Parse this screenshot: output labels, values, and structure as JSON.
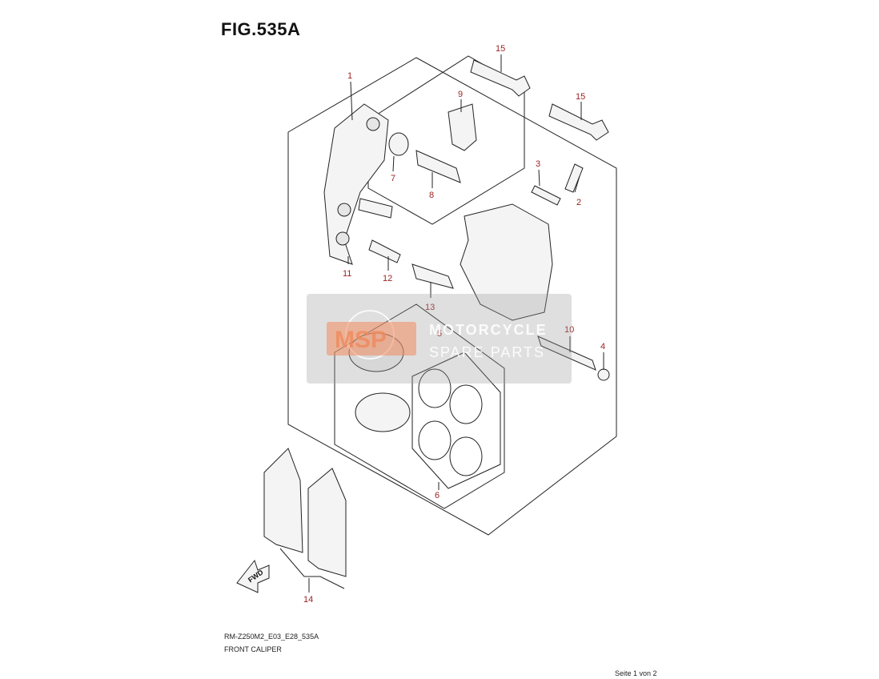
{
  "figure": {
    "title": "FIG.535A",
    "callouts": [
      "1",
      "2",
      "3",
      "4",
      "5",
      "6",
      "7",
      "8",
      "9",
      "10",
      "11",
      "12",
      "13",
      "14",
      "15",
      "15"
    ],
    "fwd_label": "FWD"
  },
  "watermark": {
    "logo": "MSP",
    "line1": "MOTORCYCLE",
    "line2": "SPARE PARTS"
  },
  "footer": {
    "code": "RM-Z250M2_E03_E28_535A",
    "caption": "FRONT CALIPER",
    "page": "Seite 1 von 2"
  }
}
